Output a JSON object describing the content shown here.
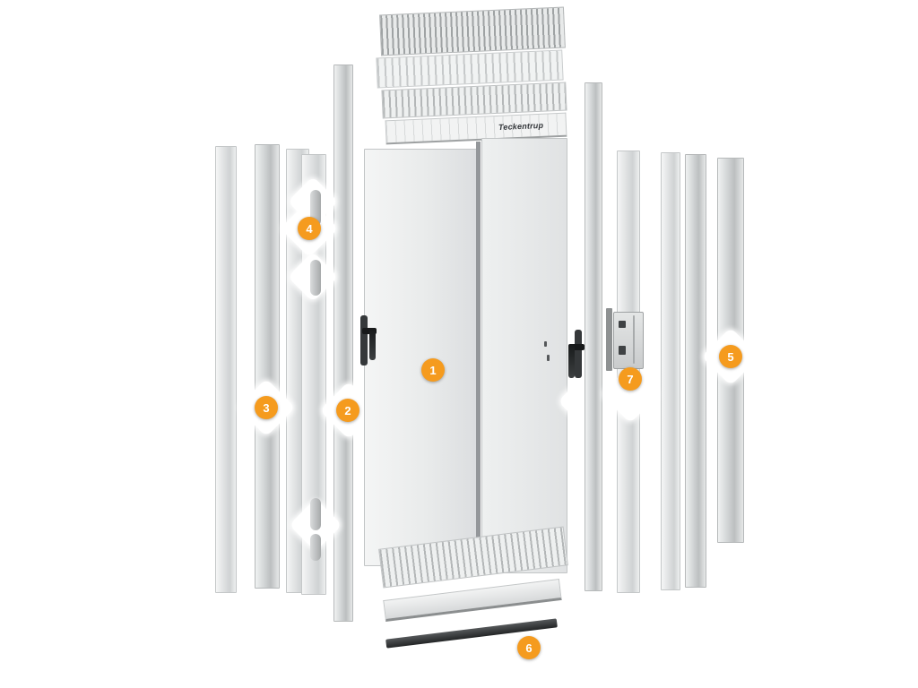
{
  "colors": {
    "accent": "#F59B1E",
    "background": "#FFFFFF"
  },
  "logo": {
    "text": "Teckentrup"
  },
  "callouts": [
    {
      "number": "1"
    },
    {
      "number": "2"
    },
    {
      "number": "3"
    },
    {
      "number": "4"
    },
    {
      "number": "5"
    },
    {
      "number": "6"
    },
    {
      "number": "7"
    }
  ]
}
